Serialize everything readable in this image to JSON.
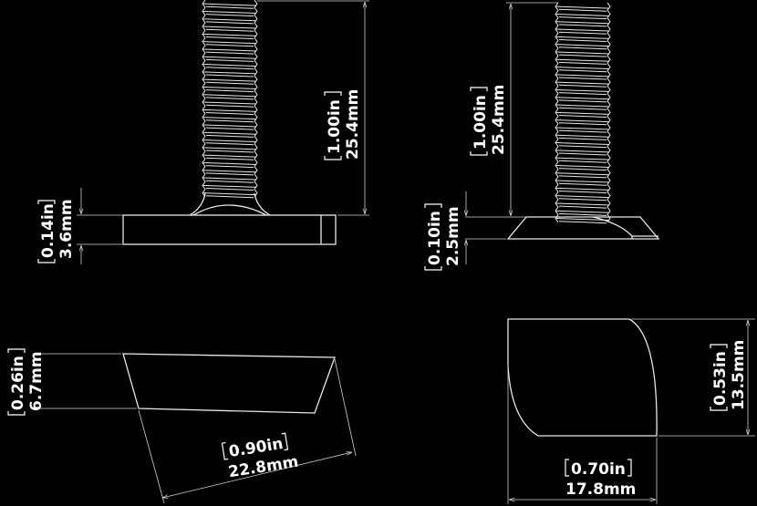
{
  "views": {
    "side_view": {
      "length_in": "1.00in",
      "length_mm": "25.4mm",
      "head_in": "0.14in",
      "head_mm": "3.6mm"
    },
    "front_view": {
      "length_in": "1.00in",
      "length_mm": "25.4mm",
      "head_in": "0.10in",
      "head_mm": "2.5mm"
    },
    "nut_side": {
      "height_in": "0.26in",
      "height_mm": "6.7mm",
      "length_in": "0.90in",
      "length_mm": "22.8mm"
    },
    "nut_end": {
      "height_in": "0.53in",
      "height_mm": "13.5mm",
      "width_in": "0.70in",
      "width_mm": "17.8mm"
    }
  },
  "colors": {
    "background": "#000000",
    "lines": "#e8e8e8"
  }
}
